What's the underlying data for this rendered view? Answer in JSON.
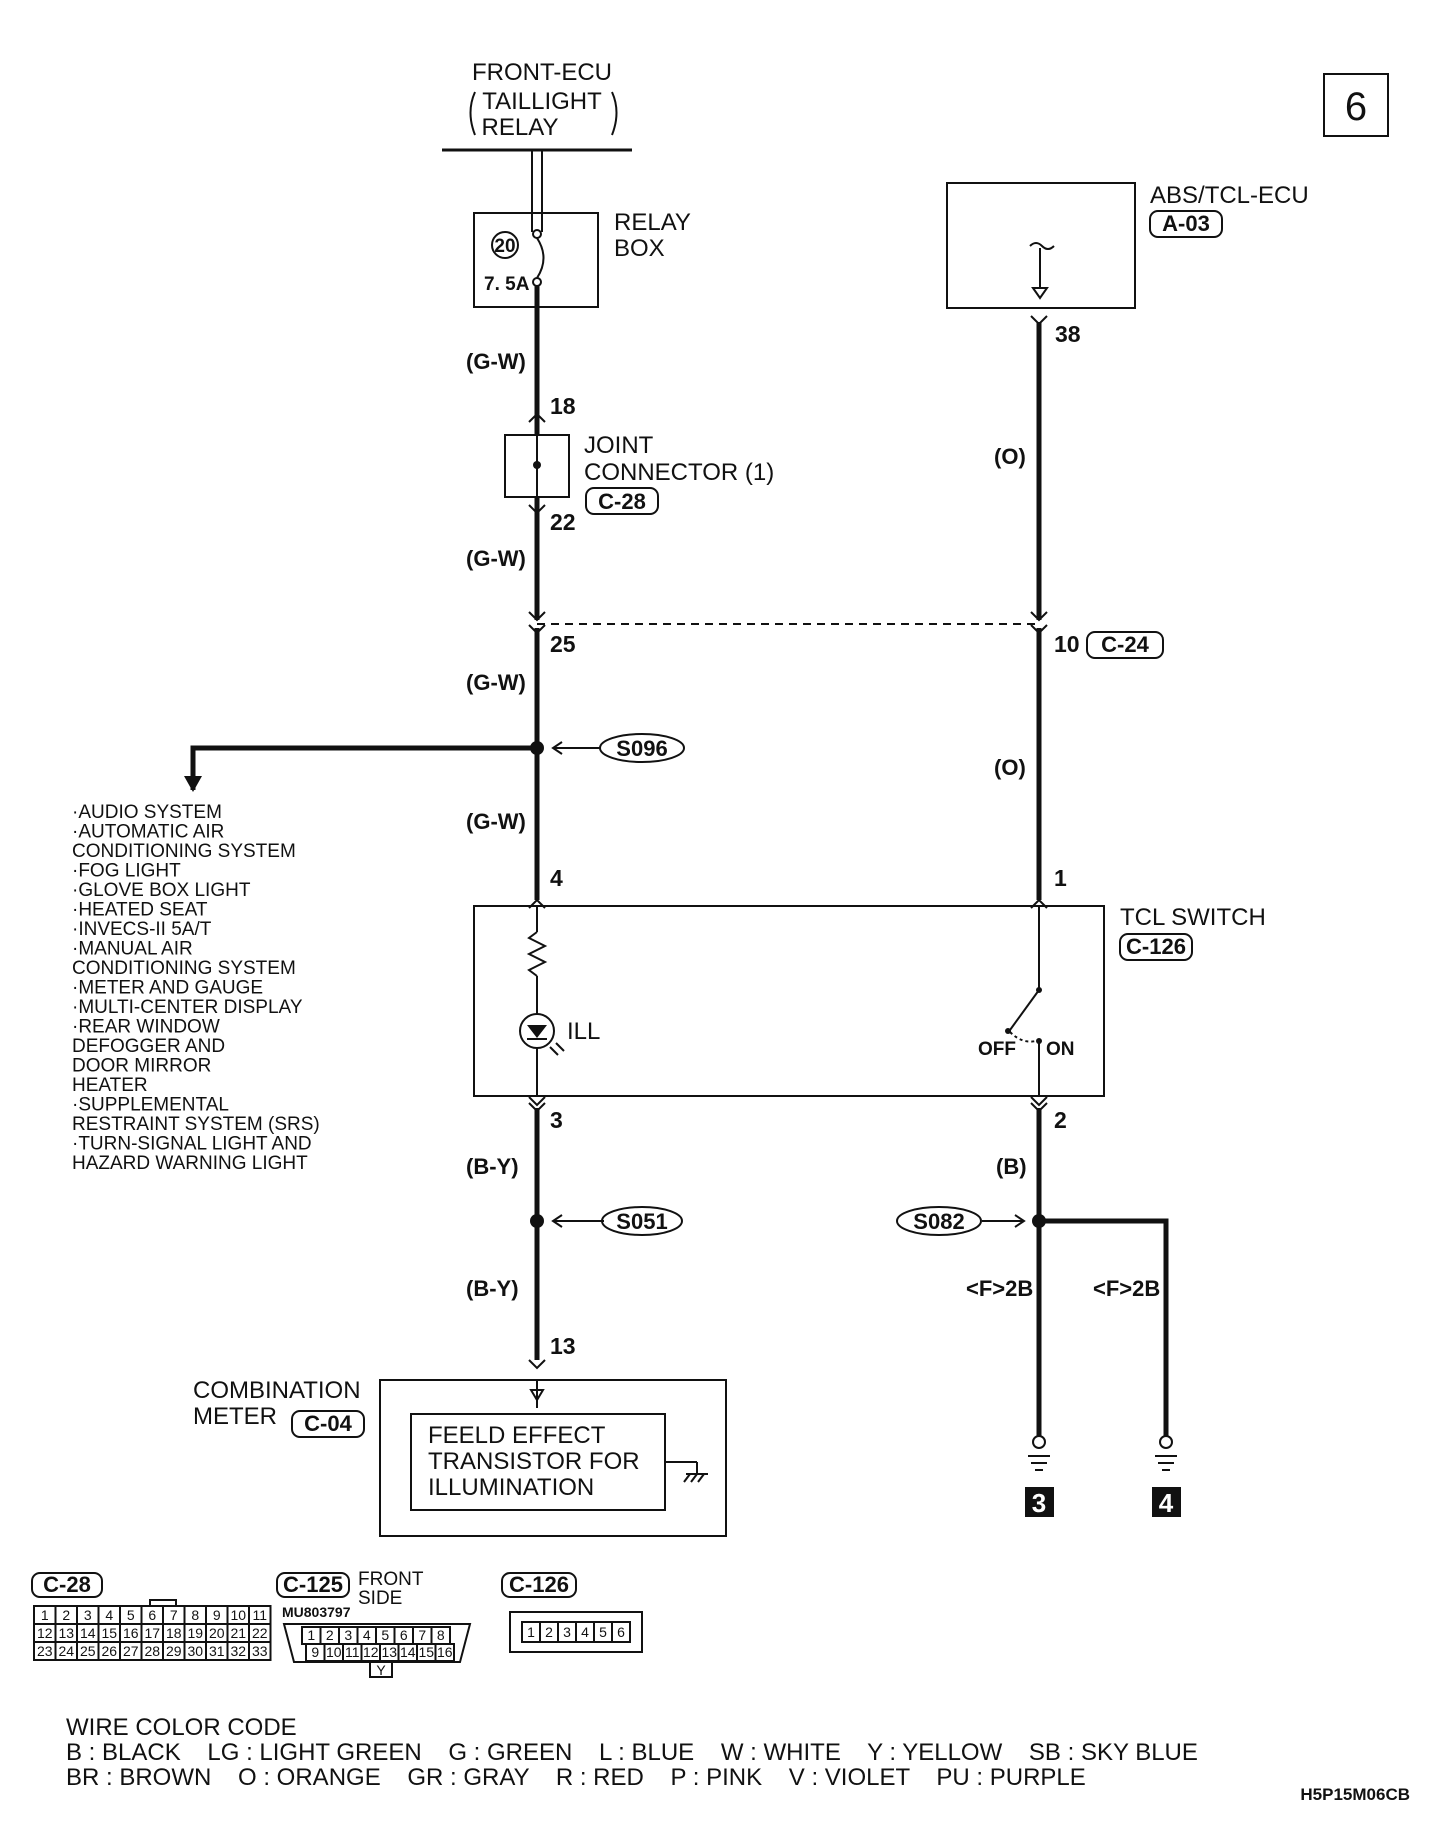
{
  "sheet_number": "6",
  "diagram_code": "H5P15M06CB",
  "front_ecu": {
    "line1": "FRONT-ECU",
    "line2": "TAILLIGHT",
    "line3": "RELAY"
  },
  "relay_box": {
    "line1": "RELAY",
    "line2": "BOX",
    "fuse_number": "20",
    "fuse_rating": "7. 5A"
  },
  "abs_ecu": {
    "name": "ABS/TCL-ECU",
    "connector": "A-03",
    "pin": "38"
  },
  "joint_connector": {
    "line1": "JOINT",
    "line2": "CONNECTOR (1)",
    "connector": "C-28",
    "pin_in": "18",
    "pin_out": "22"
  },
  "intermediate_connector": {
    "pin_left": "25",
    "pin_right": "10",
    "connector": "C-24"
  },
  "wire_colors": {
    "gw1": "(G-W)",
    "gw2": "(G-W)",
    "gw3": "(G-W)",
    "gw4": "(G-W)",
    "o1": "(O)",
    "o2": "(O)",
    "by1": "(B-Y)",
    "by2": "(B-Y)",
    "b1": "(B)",
    "fb1": "<F>2B",
    "fb2": "<F>2B"
  },
  "splices": {
    "s096": "S096",
    "s051": "S051",
    "s082": "S082"
  },
  "branch_list": [
    "·AUDIO SYSTEM",
    "·AUTOMATIC AIR",
    " CONDITIONING SYSTEM",
    "·FOG LIGHT",
    "·GLOVE BOX LIGHT",
    "·HEATED SEAT",
    "·INVECS-II 5A/T",
    "·MANUAL AIR",
    " CONDITIONING SYSTEM",
    "·METER AND GAUGE",
    "·MULTI-CENTER DISPLAY",
    "·REAR WINDOW",
    " DEFOGGER AND",
    " DOOR MIRROR",
    " HEATER",
    "·SUPPLEMENTAL",
    " RESTRAINT SYSTEM (SRS)",
    "·TURN-SIGNAL LIGHT AND",
    " HAZARD WARNING LIGHT"
  ],
  "tcl_switch": {
    "name": "TCL SWITCH",
    "connector": "C-126",
    "pin1": "4",
    "pin2": "1",
    "pin3": "3",
    "pin4": "2",
    "ill": "ILL",
    "off": "OFF",
    "on": "ON"
  },
  "combination_meter": {
    "line1": "COMBINATION",
    "line2": "METER",
    "connector": "C-04",
    "pin": "13",
    "inner1": "FEELD EFFECT",
    "inner2": "TRANSISTOR FOR",
    "inner3": "ILLUMINATION"
  },
  "grounds": {
    "g3": "3",
    "g4": "4"
  },
  "connector_views": {
    "c28": {
      "label": "C-28",
      "rows": [
        [
          "1",
          "2",
          "3",
          "4",
          "5",
          "6",
          "7",
          "8",
          "9",
          "10",
          "11"
        ],
        [
          "12",
          "13",
          "14",
          "15",
          "16",
          "17",
          "18",
          "19",
          "20",
          "21",
          "22"
        ],
        [
          "23",
          "24",
          "25",
          "26",
          "27",
          "28",
          "29",
          "30",
          "31",
          "32",
          "33"
        ]
      ]
    },
    "c125": {
      "label": "C-125",
      "side1": "FRONT",
      "side2": "SIDE",
      "part": "MU803797",
      "key": "Y",
      "rows": [
        [
          "1",
          "2",
          "3",
          "4",
          "5",
          "6",
          "7",
          "8"
        ],
        [
          "9",
          "10",
          "11",
          "12",
          "13",
          "14",
          "15",
          "16"
        ]
      ]
    },
    "c126": {
      "label": "C-126",
      "pins": [
        "1",
        "2",
        "3",
        "4",
        "5",
        "6"
      ]
    }
  },
  "legend": {
    "title": "WIRE COLOR CODE",
    "row1": "B : BLACK    LG : LIGHT GREEN    G : GREEN    L : BLUE    W : WHITE    Y : YELLOW    SB : SKY BLUE",
    "row2": "BR : BROWN    O : ORANGE    GR : GRAY    R : RED    P : PINK    V : VIOLET    PU : PURPLE"
  }
}
